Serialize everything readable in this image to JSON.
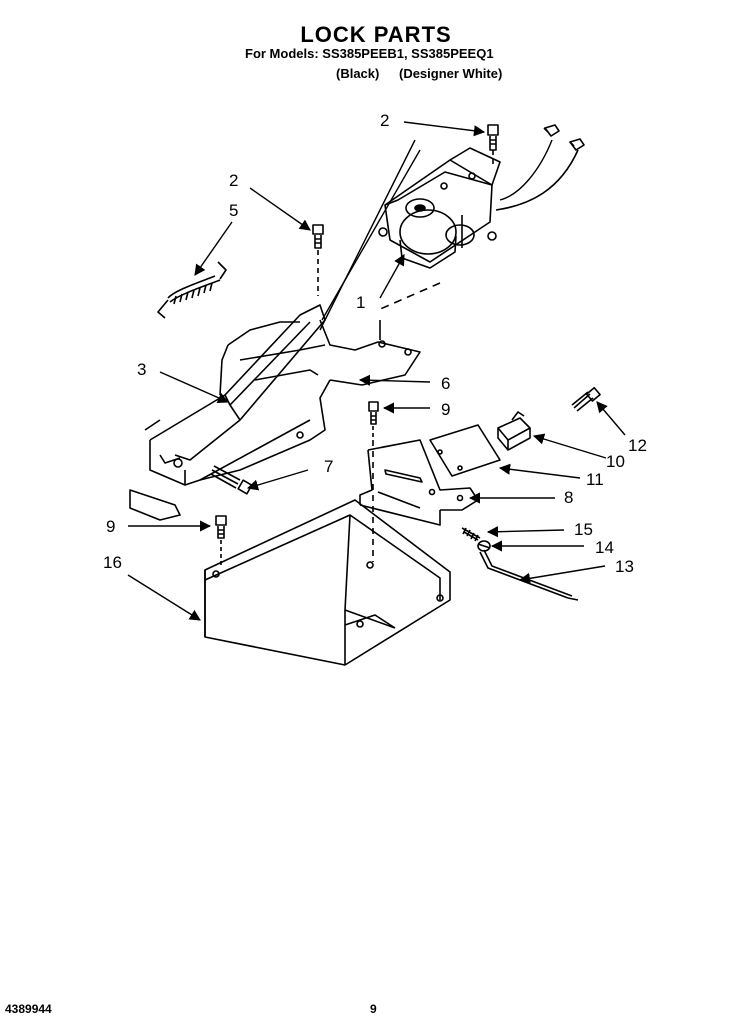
{
  "header": {
    "title": "LOCK PARTS",
    "models_line": "For Models: SS385PEEB1, SS385PEEQ1",
    "variant_black": "(Black)",
    "variant_white": "(Designer White)"
  },
  "callouts": {
    "c1": "1",
    "c2a": "2",
    "c2b": "2",
    "c3": "3",
    "c5": "5",
    "c6": "6",
    "c7": "7",
    "c8": "8",
    "c9a": "9",
    "c9b": "9",
    "c10": "10",
    "c11": "11",
    "c12": "12",
    "c13": "13",
    "c14": "14",
    "c15": "15",
    "c16": "16"
  },
  "footer": {
    "doc_number": "4389944",
    "page_number": "9"
  }
}
